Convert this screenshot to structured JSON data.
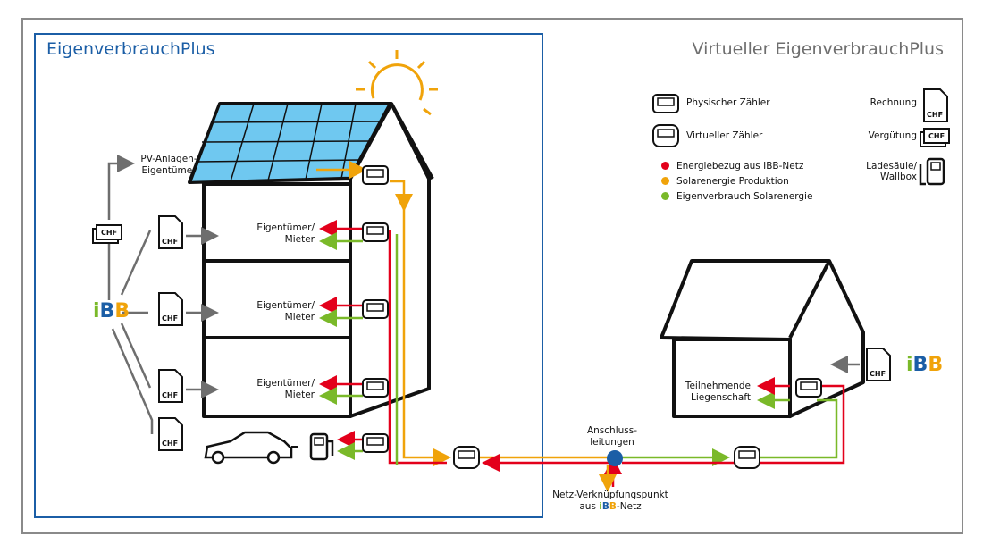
{
  "titles": {
    "left": "EigenverbrauchPlus",
    "right": "Virtueller EigenverbrauchPlus"
  },
  "labels": {
    "pv_owner": [
      "PV-Anlagen-",
      "Eigentümer"
    ],
    "tenant_1": [
      "Eigentümer/",
      "Mieter"
    ],
    "tenant_2": [
      "Eigentümer/",
      "Mieter"
    ],
    "tenant_3": [
      "Eigentümer/",
      "Mieter"
    ],
    "participant": [
      "Teilnehmende",
      "Liegenschaft"
    ],
    "anschluss": [
      "Anschluss-",
      "leitungen"
    ],
    "netz_point": [
      "Netz-Verknüpfungspunkt",
      "aus "
    ],
    "netz_suffix": "-Netz",
    "chf": "CHF"
  },
  "logo": {
    "i": "i",
    "b1": "B",
    "b2": "B"
  },
  "legend": {
    "physical_meter": "Physischer Zähler",
    "virtual_meter": "Virtueller Zähler",
    "grid": "Energiebezug aus IBB-Netz",
    "solar": "Solarenergie Produktion",
    "self": "Eigenverbrauch Solarenergie",
    "invoice": "Rechnung",
    "compensation": "Vergütung",
    "charger": [
      "Ladesäule/",
      "Wallbox"
    ]
  },
  "colors": {
    "red": "#e3001b",
    "orange": "#f0a30a",
    "green": "#7ab929",
    "blue": "#1b5ea6",
    "grey": "#6e6e6e"
  }
}
